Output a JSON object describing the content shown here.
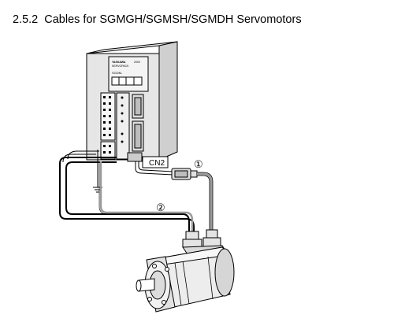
{
  "heading": {
    "number": "2.5.2",
    "title": "Cables for SGMGH/SGMSH/SGMDH Servomotors"
  },
  "diagram": {
    "connector_label": "CN2",
    "callout_1": "①",
    "callout_2": "②",
    "brand_line_1": "YASKAWA",
    "brand_line_2": "SERVOPACK",
    "voltage": "200V",
    "model": "SGDM-"
  },
  "colors": {
    "line": "#000000",
    "amp_face": "#e6e6e6",
    "amp_side": "#cfcfcf",
    "motor_body": "#ededed",
    "cable_gray": "#9a9a9a"
  }
}
